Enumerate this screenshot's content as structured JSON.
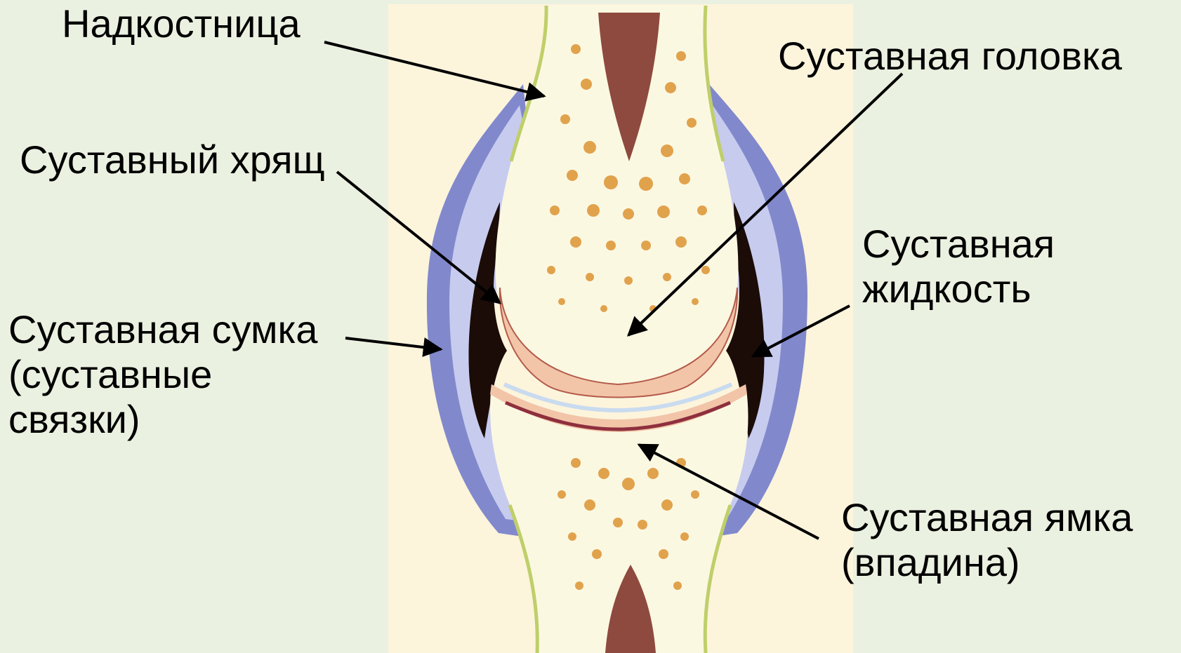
{
  "colors": {
    "background": "#ebf1e0",
    "bone": "#fbf8e2",
    "marrow_spots": "#e1a24c",
    "marrow_core": "#8e4a3e",
    "cartilage": "#f2c5a8",
    "capsule": "#7f87c9",
    "synovial_fluid": "#1b0c08",
    "periosteum": "#bfcf6a",
    "arrow": "#000000"
  },
  "labels": {
    "periosteum": "Надкостница",
    "articular_head": "Суставная головка",
    "articular_cartilage": "Суставный хрящ",
    "synovial_fluid_line1": "Суставная",
    "synovial_fluid_line2": "жидкость",
    "capsule_line1": "Суставная сумка",
    "capsule_line2": "(суставные",
    "capsule_line3": "связки)",
    "socket_line1": "Суставная ямка",
    "socket_line2": "(впадина)"
  }
}
